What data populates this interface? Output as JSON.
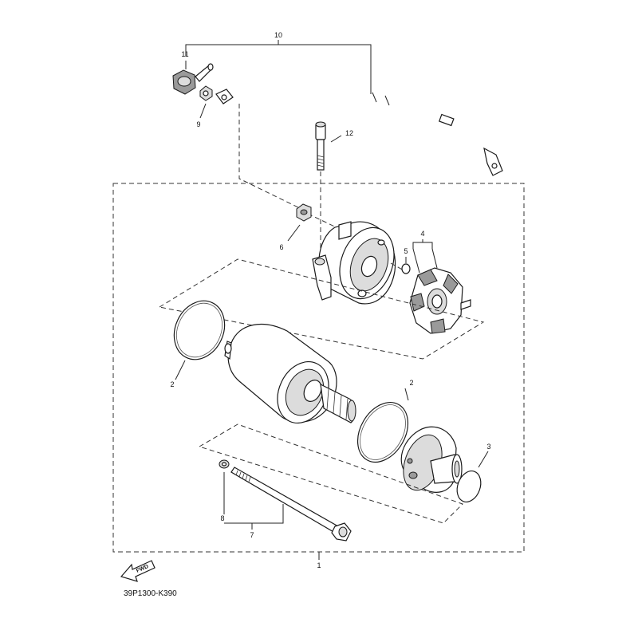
{
  "parts": {
    "p1": "1",
    "p2a": "2",
    "p2b": "2",
    "p3": "3",
    "p4": "4",
    "p5": "5",
    "p6": "6",
    "p7": "7",
    "p8": "8",
    "p9": "9",
    "p10": "10",
    "p11": "11",
    "p12": "12"
  },
  "fwd_label": "FWD",
  "diagram_code": "39P1300-K390"
}
